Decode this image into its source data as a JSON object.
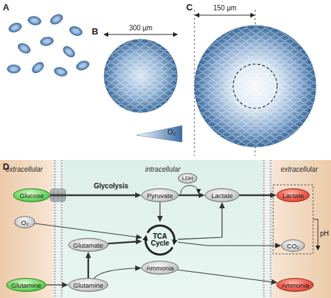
{
  "diagram": {
    "nodes": [
      {
        "text": [
          "extracellular"
        ]
      },
      {
        "text": [
          "intracellular"
        ]
      },
      {
        "text": [
          "extracellular"
        ]
      },
      {
        "text": [
          "LDH"
        ],
        "in": 1
      },
      {
        "text": [
          "Glucose"
        ],
        "in": 0
      },
      {
        "text": [
          "Pyruvate"
        ],
        "in": 1
      },
      {
        "text": [
          "Lactate"
        ],
        "in": 1
      },
      {
        "text": [
          "Lactate"
        ],
        "in": 2
      },
      {
        "text": [
          "O₂"
        ],
        "in": 0
      },
      {
        "text": [
          "TCA Cycle"
        ],
        "in": 1
      },
      {
        "text": [
          "CO₂"
        ],
        "in": 2
      },
      {
        "text": [
          "Glutamate"
        ],
        "in": 1
      },
      {
        "text": [
          "Ammonia"
        ],
        "in": 1
      },
      {
        "text": [
          "Glutamine"
        ],
        "in": 0
      },
      {
        "text": [
          "Glutamine"
        ],
        "in": 1
      },
      {
        "text": [
          "Ammonia"
        ],
        "in": 2
      }
    ],
    "edges": [
      {
        "from": 4,
        "to": 5,
        "label": "Glycolysis",
        "arrow": "to"
      },
      {
        "from": 5,
        "to": 6,
        "arrow": "to"
      },
      {
        "from": 6,
        "to": 7,
        "arrow": "to"
      },
      {
        "from": 8,
        "to": 9,
        "arrow": "to"
      },
      {
        "from": 5,
        "to": 9,
        "arrow": "to"
      },
      {
        "from": 9,
        "to": 6,
        "arrow": "to"
      },
      {
        "from": 9,
        "to": 10,
        "arrow": "to"
      },
      {
        "from": 13,
        "to": 14,
        "arrow": "to"
      },
      {
        "from": 14,
        "to": 11,
        "arrow": "to"
      },
      {
        "from": 11,
        "to": 9,
        "arrow": "to"
      },
      {
        "from": 14,
        "to": 12,
        "arrow": "to"
      },
      {
        "from": 12,
        "to": 15,
        "arrow": "to"
      }
    ],
    "labels": [
      "A",
      "B",
      "C",
      "300 µm",
      "150 µm",
      "O₂",
      "D",
      "pH"
    ]
  }
}
